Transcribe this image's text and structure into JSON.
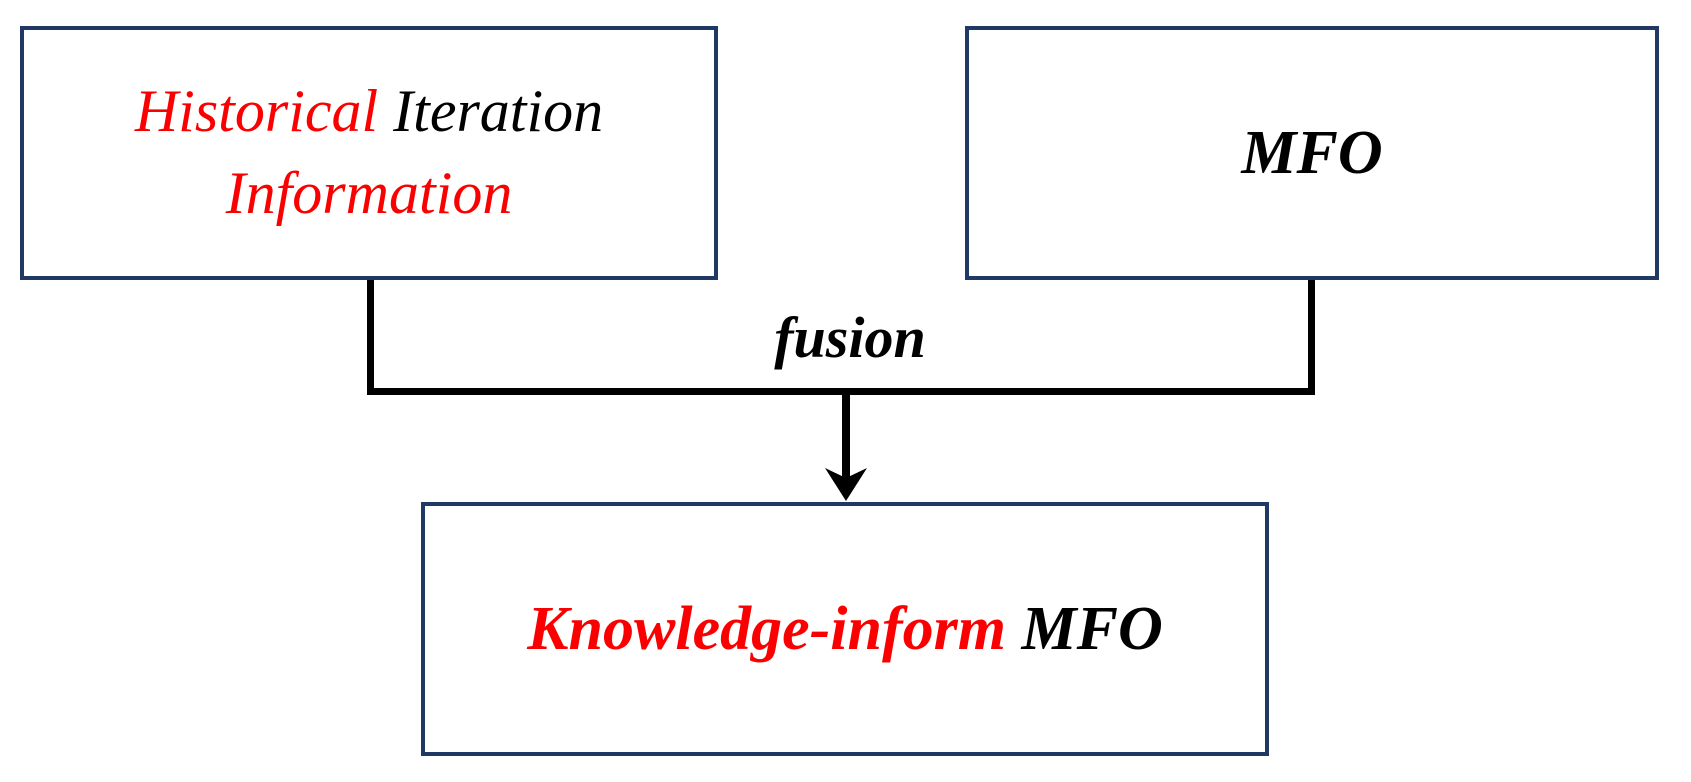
{
  "diagram": {
    "boxes": {
      "historical": {
        "line1_red": "Historical ",
        "line1_black": "Iteration",
        "line2_red": "Information"
      },
      "mfo": {
        "label": "MFO"
      },
      "knowledge": {
        "red_part": "Knowledge-inform ",
        "black_part": "MFO"
      }
    },
    "connector": {
      "label": "fusion"
    },
    "colors": {
      "accent_red": "#fb0000",
      "text_black": "#000000",
      "box_border_navy": "#1f3864",
      "connector_black": "#000000",
      "background": "#ffffff"
    }
  }
}
